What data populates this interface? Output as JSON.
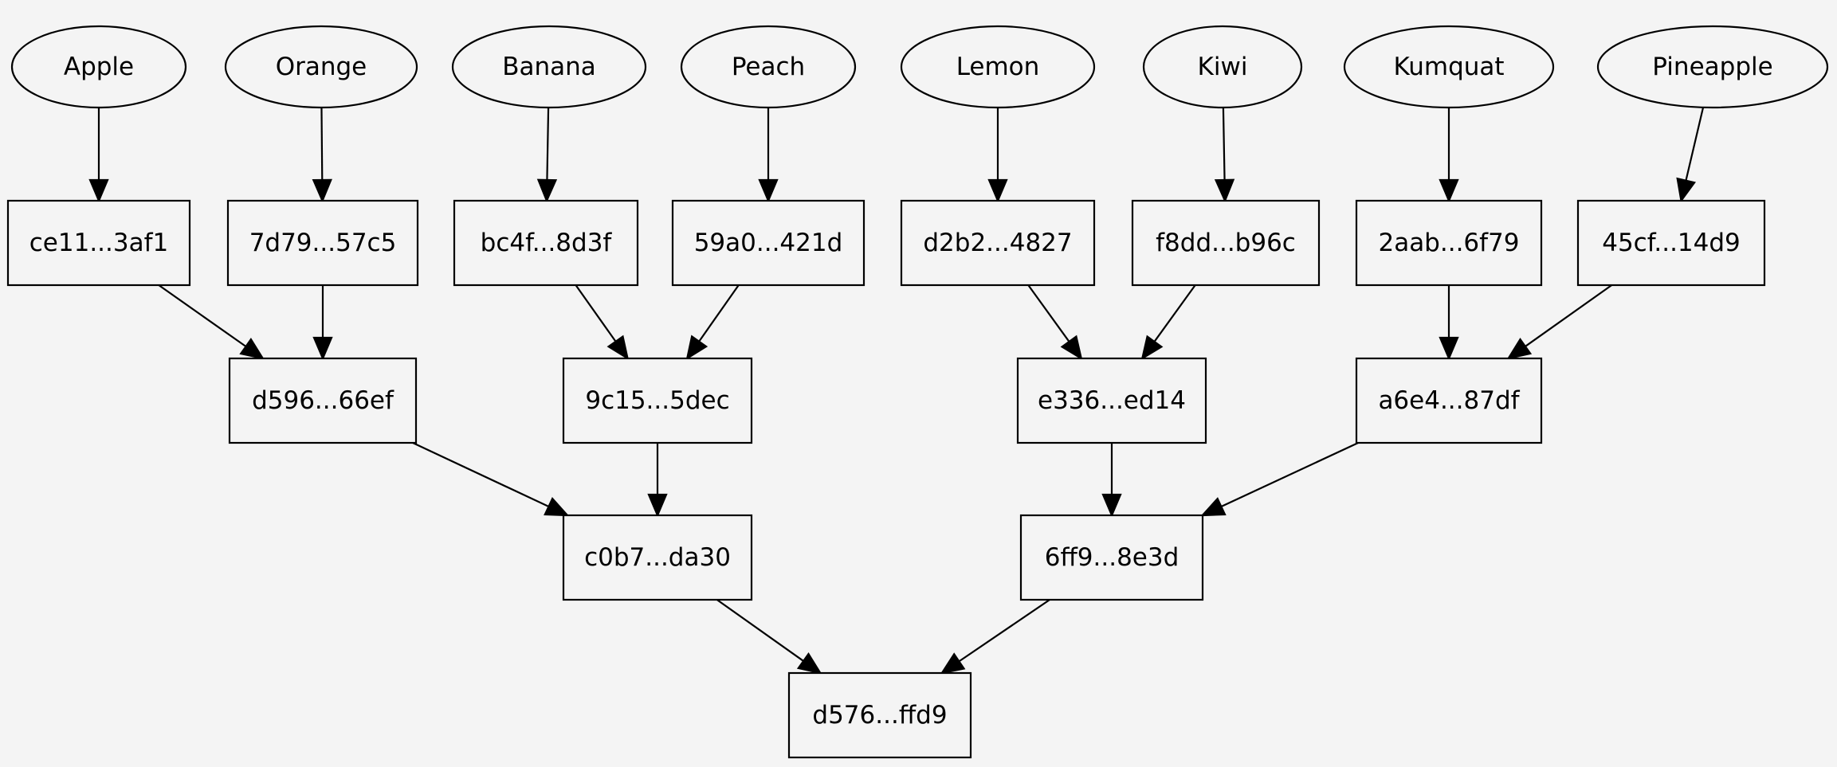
{
  "colors": {
    "background": "#f4f4f4",
    "stroke": "#000000",
    "text": "#000000"
  },
  "nodes": [
    {
      "id": "apple",
      "label": "Apple",
      "shape": "ellipse"
    },
    {
      "id": "orange",
      "label": "Orange",
      "shape": "ellipse"
    },
    {
      "id": "banana",
      "label": "Banana",
      "shape": "ellipse"
    },
    {
      "id": "peach",
      "label": "Peach",
      "shape": "ellipse"
    },
    {
      "id": "lemon",
      "label": "Lemon",
      "shape": "ellipse"
    },
    {
      "id": "kiwi",
      "label": "Kiwi",
      "shape": "ellipse"
    },
    {
      "id": "kumquat",
      "label": "Kumquat",
      "shape": "ellipse"
    },
    {
      "id": "pineapple",
      "label": "Pineapple",
      "shape": "ellipse"
    },
    {
      "id": "h_ce11",
      "label": "ce11...3af1",
      "shape": "box"
    },
    {
      "id": "h_7d79",
      "label": "7d79...57c5",
      "shape": "box"
    },
    {
      "id": "h_bc4f",
      "label": "bc4f...8d3f",
      "shape": "box"
    },
    {
      "id": "h_59a0",
      "label": "59a0...421d",
      "shape": "box"
    },
    {
      "id": "h_d2b2",
      "label": "d2b2...4827",
      "shape": "box"
    },
    {
      "id": "h_f8dd",
      "label": "f8dd...b96c",
      "shape": "box"
    },
    {
      "id": "h_2aab",
      "label": "2aab...6f79",
      "shape": "box"
    },
    {
      "id": "h_45cf",
      "label": "45cf...14d9",
      "shape": "box"
    },
    {
      "id": "h_d596",
      "label": "d596...66ef",
      "shape": "box"
    },
    {
      "id": "h_9c15",
      "label": "9c15...5dec",
      "shape": "box"
    },
    {
      "id": "h_e336",
      "label": "e336...ed14",
      "shape": "box"
    },
    {
      "id": "h_a6e4",
      "label": "a6e4...87df",
      "shape": "box"
    },
    {
      "id": "h_c0b7",
      "label": "c0b7...da30",
      "shape": "box"
    },
    {
      "id": "h_6ff9",
      "label": "6ff9...8e3d",
      "shape": "box"
    },
    {
      "id": "h_d576",
      "label": "d576...ffd9",
      "shape": "box"
    }
  ],
  "edges": [
    {
      "from": "apple",
      "to": "h_ce11"
    },
    {
      "from": "orange",
      "to": "h_7d79"
    },
    {
      "from": "banana",
      "to": "h_bc4f"
    },
    {
      "from": "peach",
      "to": "h_59a0"
    },
    {
      "from": "lemon",
      "to": "h_d2b2"
    },
    {
      "from": "kiwi",
      "to": "h_f8dd"
    },
    {
      "from": "kumquat",
      "to": "h_2aab"
    },
    {
      "from": "pineapple",
      "to": "h_45cf"
    },
    {
      "from": "h_ce11",
      "to": "h_d596"
    },
    {
      "from": "h_7d79",
      "to": "h_d596"
    },
    {
      "from": "h_bc4f",
      "to": "h_9c15"
    },
    {
      "from": "h_59a0",
      "to": "h_9c15"
    },
    {
      "from": "h_d2b2",
      "to": "h_e336"
    },
    {
      "from": "h_f8dd",
      "to": "h_e336"
    },
    {
      "from": "h_2aab",
      "to": "h_a6e4"
    },
    {
      "from": "h_45cf",
      "to": "h_a6e4"
    },
    {
      "from": "h_d596",
      "to": "h_c0b7"
    },
    {
      "from": "h_9c15",
      "to": "h_c0b7"
    },
    {
      "from": "h_e336",
      "to": "h_6ff9"
    },
    {
      "from": "h_a6e4",
      "to": "h_6ff9"
    },
    {
      "from": "h_c0b7",
      "to": "h_d576"
    },
    {
      "from": "h_6ff9",
      "to": "h_d576"
    }
  ]
}
